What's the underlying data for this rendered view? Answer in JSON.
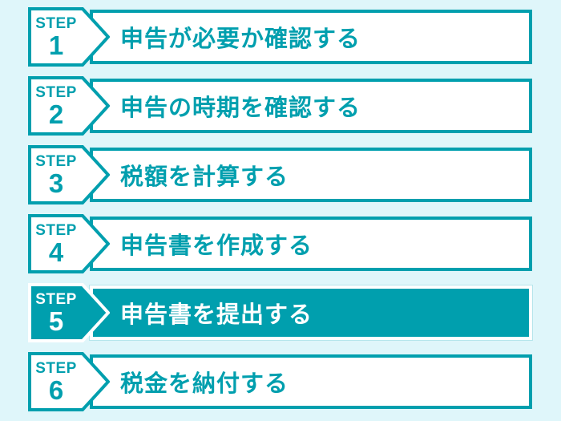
{
  "colors": {
    "background": "#DFF6FA",
    "accent_teal": "#009FAE",
    "bar_fill": "#FFFFFF",
    "active_bar_fill": "#009FAE",
    "active_text": "#FFFFFF"
  },
  "steps": [
    {
      "step_label": "STEP",
      "number": "1",
      "title": "申告が必要か確認する",
      "active": false
    },
    {
      "step_label": "STEP",
      "number": "2",
      "title": "申告の時期を確認する",
      "active": false
    },
    {
      "step_label": "STEP",
      "number": "3",
      "title": "税額を計算する",
      "active": false
    },
    {
      "step_label": "STEP",
      "number": "4",
      "title": "申告書を作成する",
      "active": false
    },
    {
      "step_label": "STEP",
      "number": "5",
      "title": "申告書を提出する",
      "active": true
    },
    {
      "step_label": "STEP",
      "number": "6",
      "title": "税金を納付する",
      "active": false
    }
  ]
}
